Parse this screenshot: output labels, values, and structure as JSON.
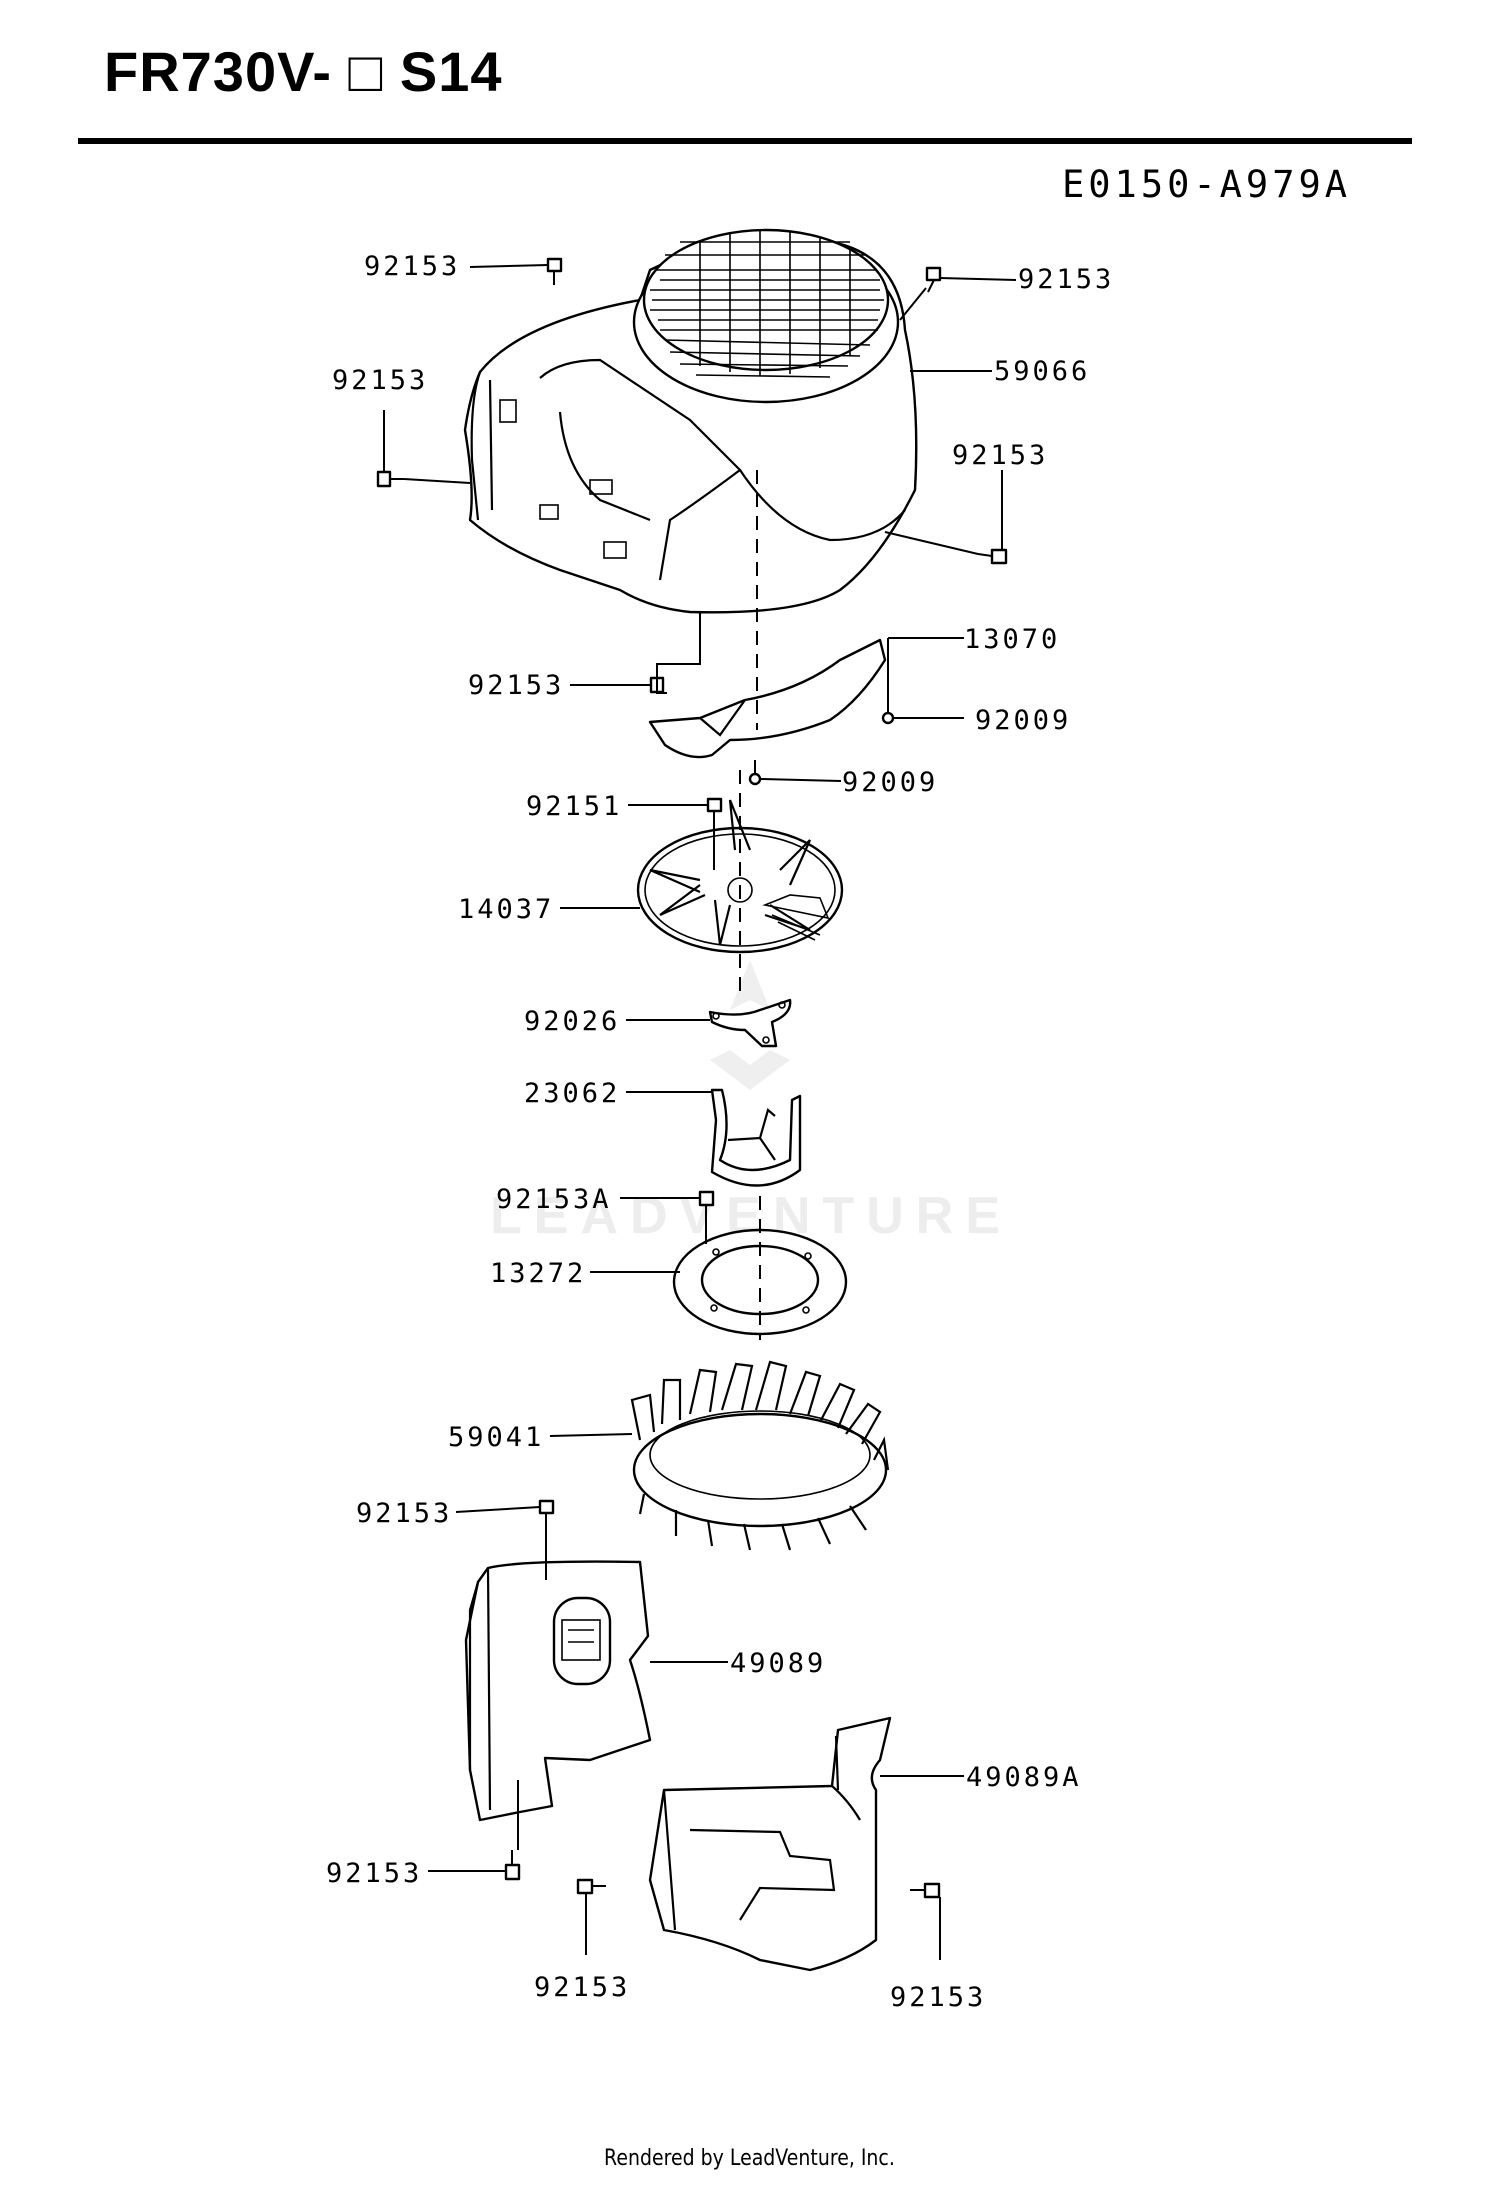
{
  "header": {
    "title": "FR730V- □ S14",
    "diagram_code": "E0150-A979A"
  },
  "watermark": "LEADVENTURE",
  "parts": {
    "92153_top_bolt": "92153",
    "92153_top_right": "92153",
    "59066": "59066",
    "92153_left": "92153",
    "92153_right": "92153",
    "13070": "13070",
    "92153_under": "92153",
    "92009_right": "92009",
    "92009_center": "92009",
    "92151": "92151",
    "14037": "14037",
    "92026": "92026",
    "23062": "23062",
    "92153A": "92153A",
    "13272": "13272",
    "59041": "59041",
    "92153_cover": "92153",
    "49089": "49089",
    "49089A": "49089A",
    "92153_lower_left": "92153",
    "92153_lower_mid": "92153",
    "92153_lower_right": "92153"
  },
  "footer": "Rendered by LeadVenture, Inc."
}
